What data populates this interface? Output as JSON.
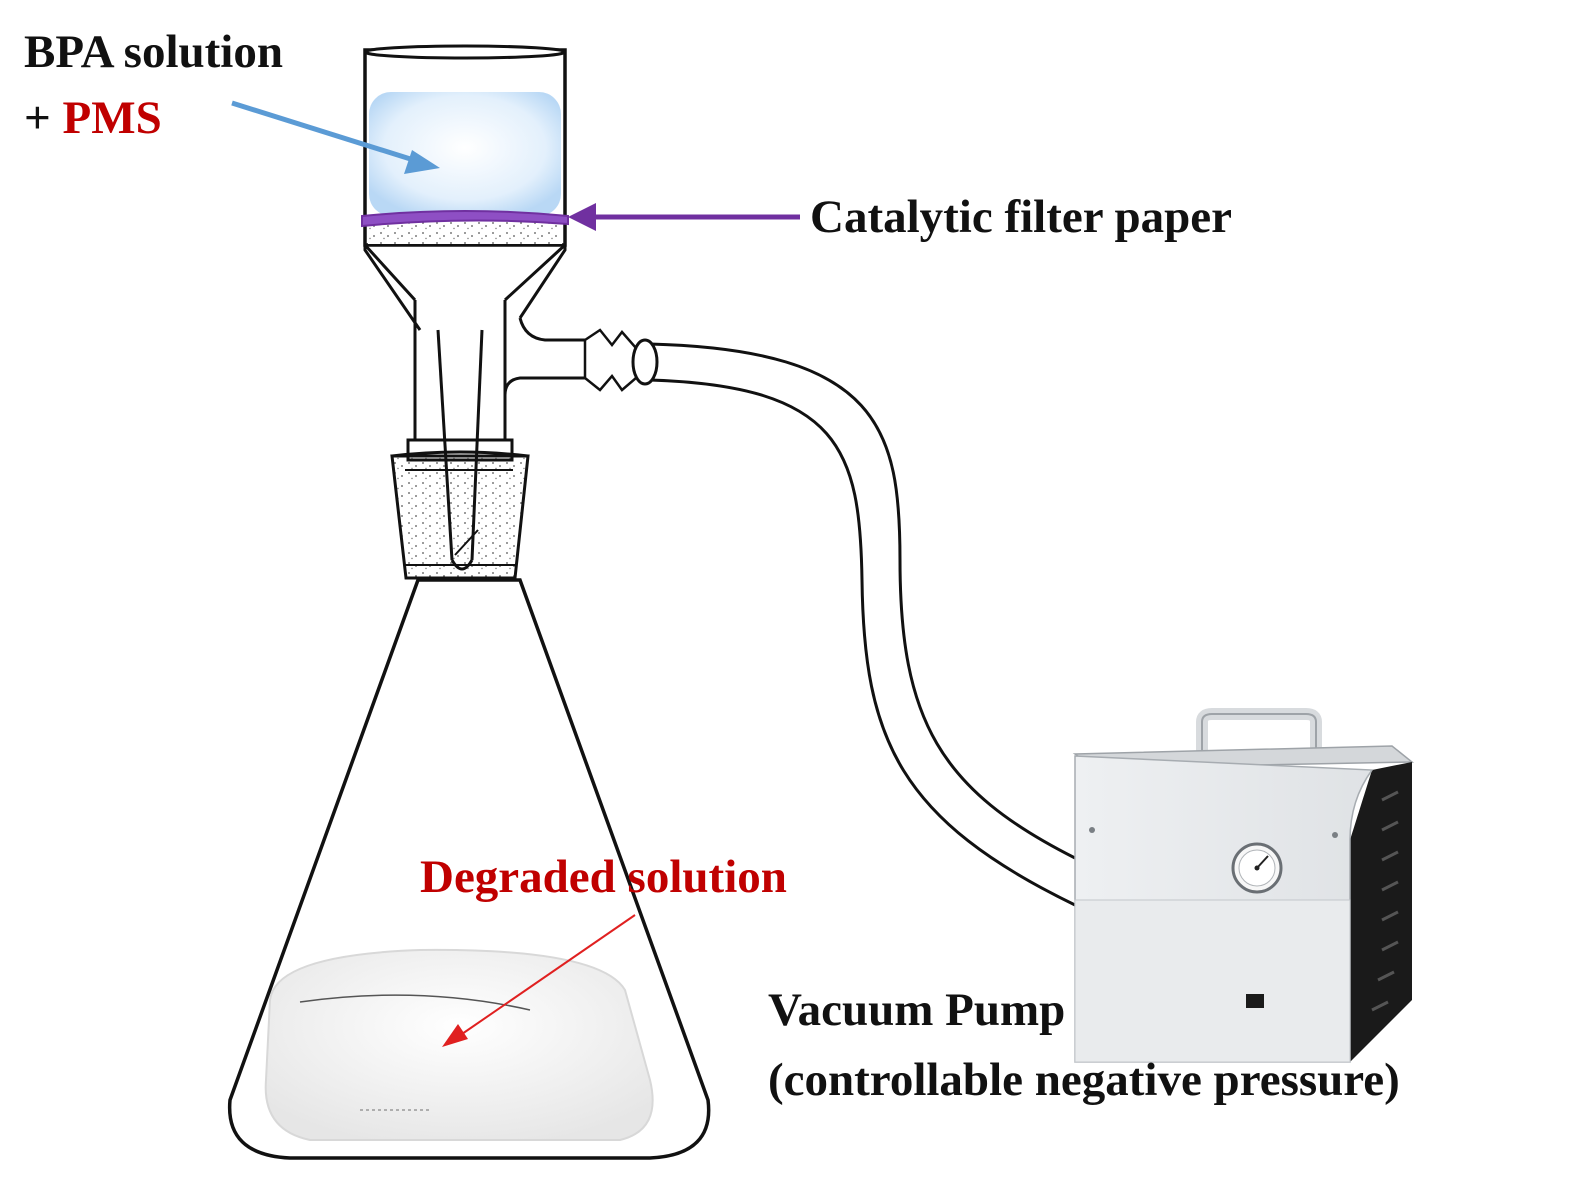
{
  "labels": {
    "bpa_solution": "BPA solution",
    "plus": "+ ",
    "pms": "PMS",
    "catalytic_filter_paper": "Catalytic filter paper",
    "degraded_solution": "Degraded solution",
    "vacuum_pump": "Vacuum Pump",
    "vacuum_pump_note": "(controllable negative pressure)"
  },
  "colors": {
    "text": "#111111",
    "accent_red": "#c00000",
    "arrow_blue": "#5b9bd5",
    "arrow_purple": "#7030a0",
    "arrow_red": "#e02020",
    "filter_paper": "#8e4fc4",
    "liquid_blue": "#cfe6fb",
    "pump_body": "#e4e7ea",
    "pump_side": "#1a1a1a"
  },
  "icons": {
    "funnel": "buchner-funnel-icon",
    "flask": "erlenmeyer-flask-icon",
    "hose": "vacuum-hose-icon",
    "pump": "vacuum-pump-icon",
    "gauge": "pressure-gauge-icon"
  }
}
